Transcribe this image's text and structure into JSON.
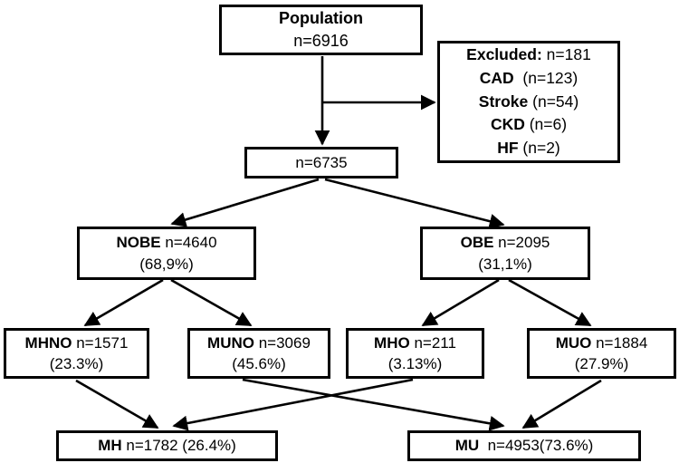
{
  "diagram": {
    "population": {
      "title": "Population",
      "count": "n=6916"
    },
    "excluded": {
      "title_bold": "Excluded:",
      "title_rest": " n=181",
      "items": [
        {
          "bold": "CAD",
          "rest": "  (n=123)"
        },
        {
          "bold": "Stroke",
          "rest": " (n=54)"
        },
        {
          "bold": "CKD",
          "rest": " (n=6)"
        },
        {
          "bold": "HF",
          "rest": " (n=2)"
        }
      ]
    },
    "filtered": {
      "count": "n=6735"
    },
    "nobe": {
      "abbr": "NOBE",
      "count": " n=4640",
      "pct": "(68,9%)"
    },
    "obe": {
      "abbr": "OBE",
      "count": " n=2095",
      "pct": "(31,1%)"
    },
    "mhno": {
      "abbr": "MHNO",
      "count": " n=1571",
      "pct": "(23.3%)"
    },
    "muno": {
      "abbr": "MUNO",
      "count": " n=3069",
      "pct": "(45.6%)"
    },
    "mho": {
      "abbr": "MHO",
      "count": " n=211",
      "pct": "(3.13%)"
    },
    "muo": {
      "abbr": "MUO",
      "count": " n=1884",
      "pct": "(27.9%)"
    },
    "mh": {
      "abbr": "MH",
      "count": " n=1782 (26.4%)"
    },
    "mu": {
      "abbr": "MU",
      "count": "  n=4953(73.6%)"
    }
  },
  "colors": {
    "ink": "#000000",
    "background": "#ffffff"
  }
}
